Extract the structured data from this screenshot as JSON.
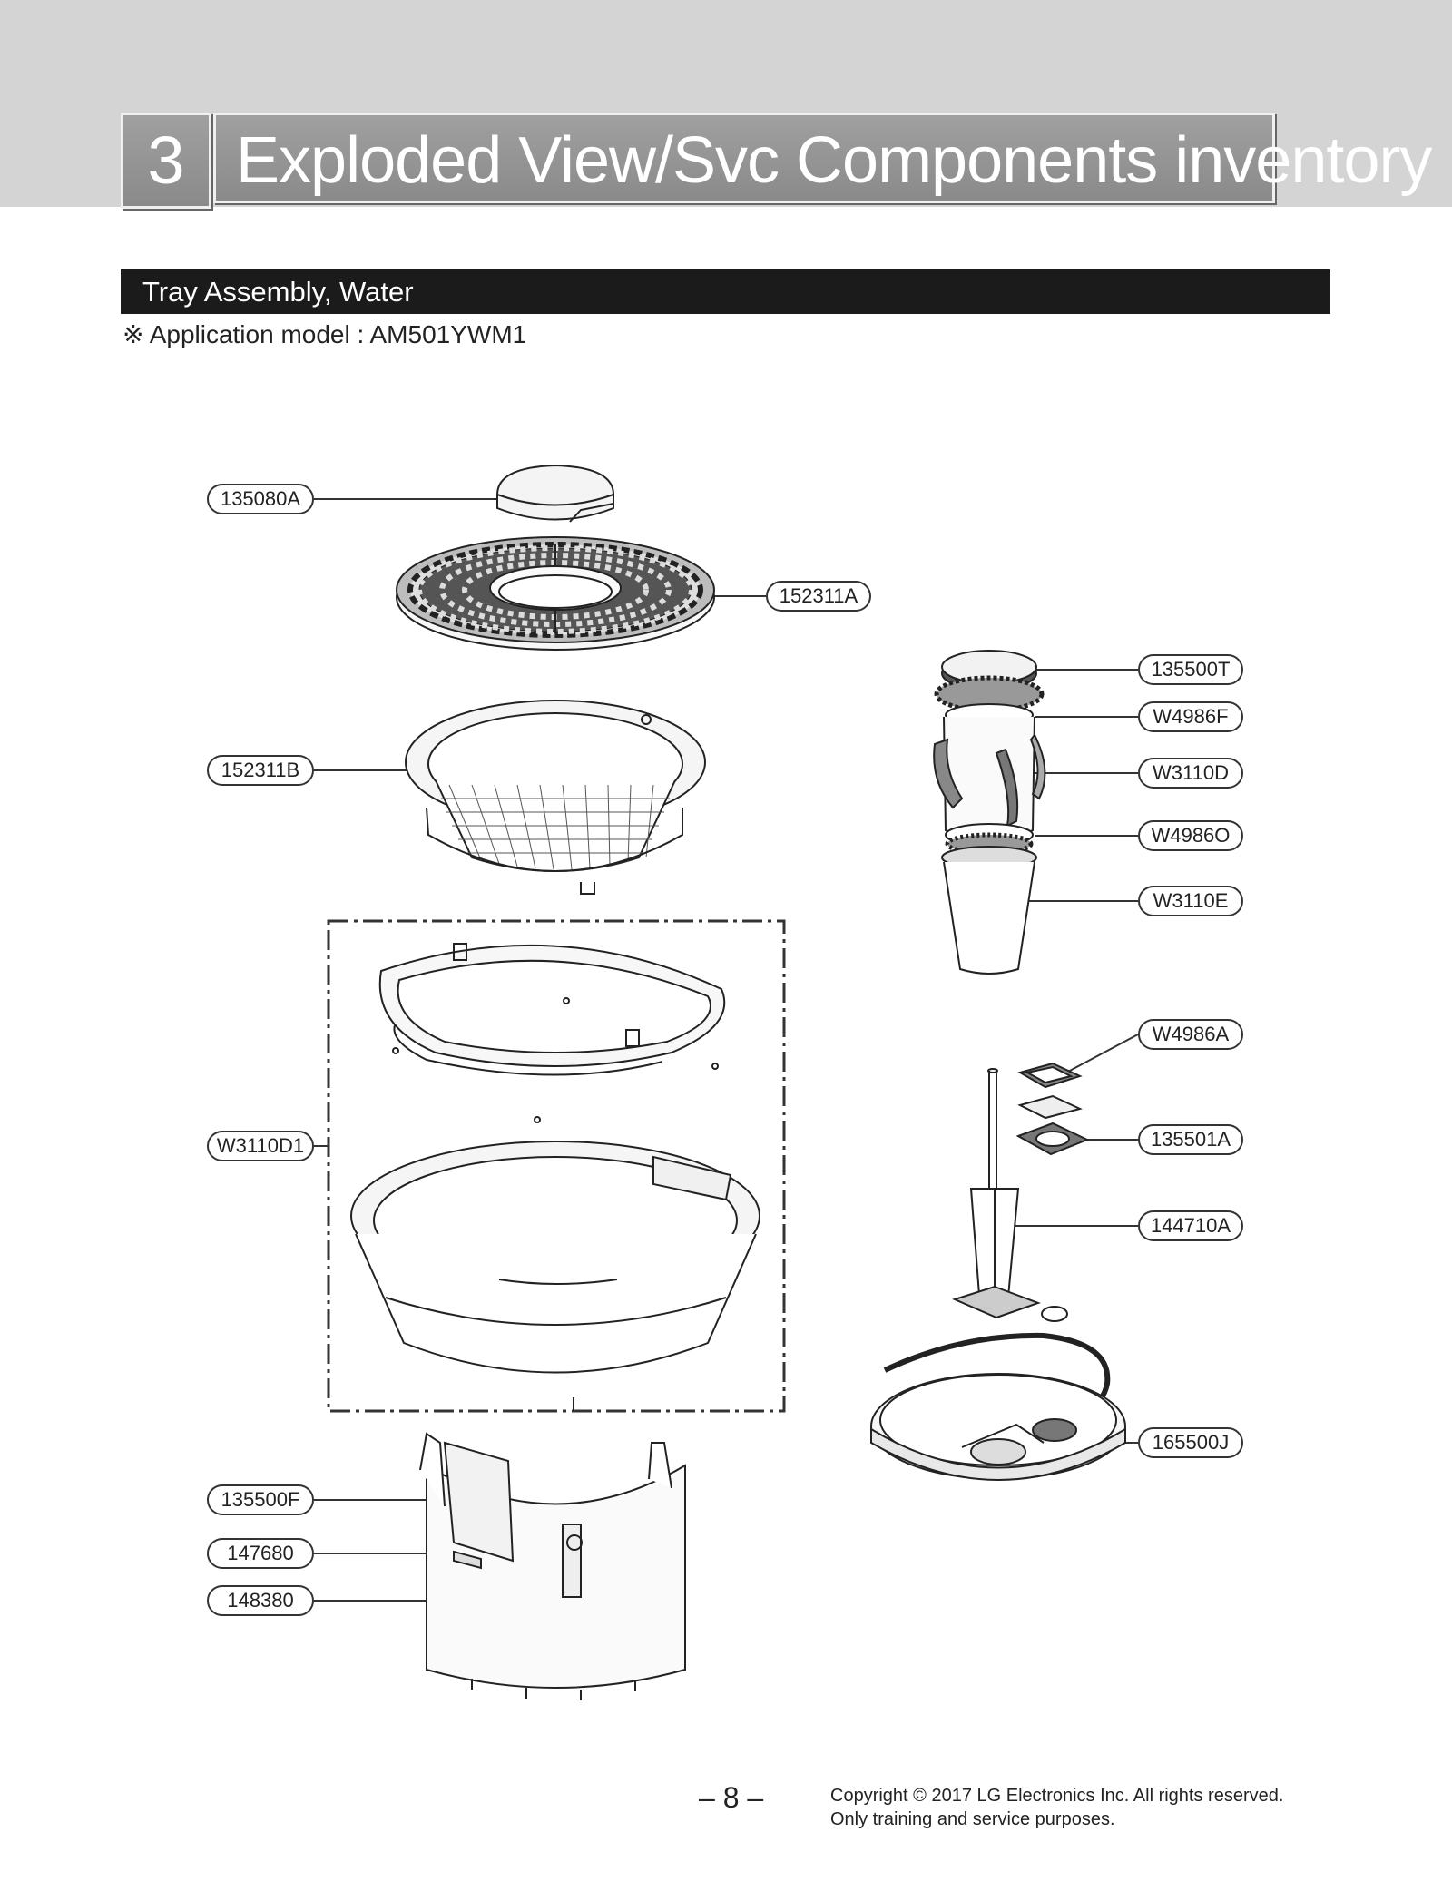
{
  "header": {
    "chapter_number": "3",
    "chapter_title": "Exploded View/Svc Components inventory"
  },
  "section": {
    "title": "Tray Assembly, Water",
    "application_model": "※ Application model : AM501YWM1"
  },
  "parts": {
    "p135080A": "135080A",
    "p152311A": "152311A",
    "p152311B": "152311B",
    "pW3110D1": "W3110D1",
    "p135500F": "135500F",
    "p147680": "147680",
    "p148380": "148380",
    "p135500T": "135500T",
    "pW4986F": "W4986F",
    "pW3110D": "W3110D",
    "pW4986O": "W4986O",
    "pW3110E": "W3110E",
    "pW4986A": "W4986A",
    "p135501A": "135501A",
    "p144710A": "144710A",
    "p165500J": "165500J"
  },
  "footer": {
    "page_number": "– 8 –",
    "copyright_line1": "Copyright © 2017 LG Electronics Inc. All rights reserved.",
    "copyright_line2": "Only training and service purposes."
  }
}
